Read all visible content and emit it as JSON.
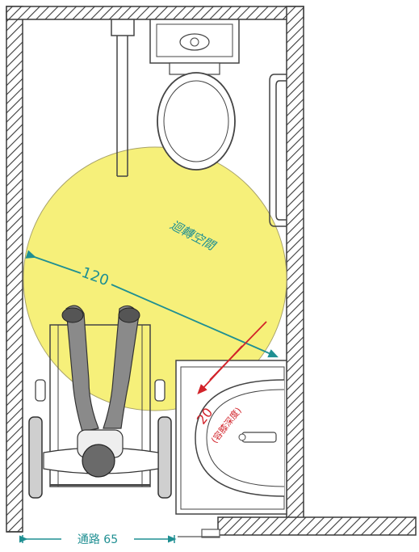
{
  "diagram": {
    "turning_space_label": "迴轉空間",
    "diameter_label": "120",
    "clearance_label": "20",
    "clearance_note": "(容膝深度)",
    "passage_label": "通路 65"
  },
  "colors": {
    "wall_hatch": "#3a3a3a",
    "turning_circle": "#f6f07a",
    "dimension_blue": "#1f8f92",
    "dimension_red": "#d2232a",
    "fixture_line": "#444444",
    "figure_gray": "#8a8a8a"
  },
  "icons": {
    "toilet": "toilet-icon",
    "wheelchair": "wheelchair-user-icon",
    "sink": "washbasin-icon",
    "grab_bar": "grab-bar-icon"
  }
}
